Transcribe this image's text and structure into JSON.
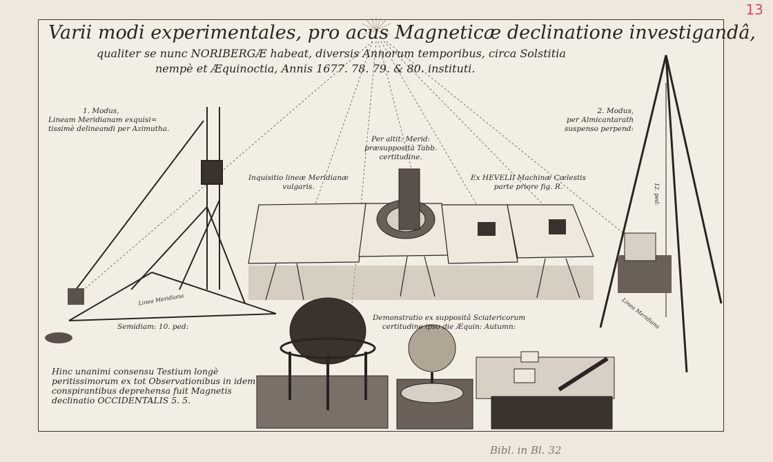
{
  "title": {
    "line1": "Varii modi experimentales, pro acus Magneticæ declinatione investigandâ,",
    "line2": "qualiter se nunc NORIBERGÆ habeat, diversis Annorum temporibus, circa Solstitia",
    "line3": "nempè et Æquinoctia, Annis 1677. 78. 79. & 80. instituti."
  },
  "labels": {
    "modus1": [
      "1. Modus,",
      "Lineam Meridianam exquisi=",
      "tissimè delineandi per Azimutha."
    ],
    "modus2": [
      "2. Modus,",
      "per Almicantarath",
      "suspenso perpend:"
    ],
    "per_altit": [
      "Per altit: Merid:",
      "præsupposità Tabb.",
      "certitudine."
    ],
    "inquisitio": [
      "Inquisitio lineæ Meridianæ",
      "vulgaris."
    ],
    "hevelii": [
      "Ex HEVELII Machinæ Cœlestis",
      "parte priore fig. R."
    ],
    "demonstratio": [
      "Demonstratio ex suppositâ Sciatericorum",
      "certitudine ipso die Æquin: Autumn:"
    ],
    "semidiam": "Semidiam: 10. ped:",
    "linea_meridiana_left": "Linea Meridiana",
    "linea_meridiana_right": "Linea Meridiana",
    "ped12": "12. ped:"
  },
  "conclusion": "Hinc unanimi consensu Testium longè peritissimorum ex tot Observationibus in idem conspirantibus deprehensa fuit Magnetis declinatio OCCIDENTALIS 5. 5.",
  "annotations": {
    "corner_number": "13",
    "pencil_note": "Bibl. in Bl. 32"
  }
}
